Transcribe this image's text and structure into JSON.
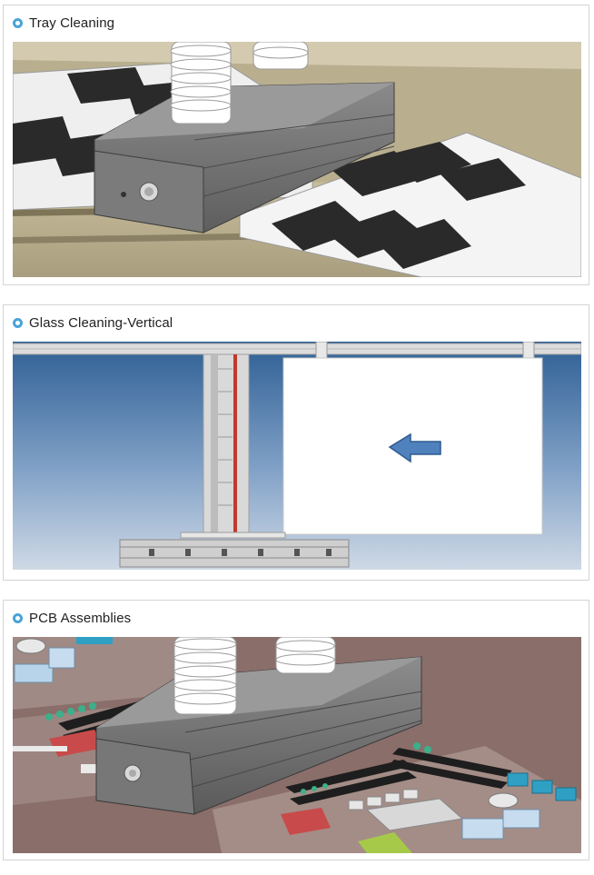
{
  "panels": [
    {
      "title": "Tray Cleaning"
    },
    {
      "title": "Glass Cleaning-Vertical"
    },
    {
      "title": "PCB Assemblies"
    }
  ],
  "colors": {
    "bullet": "#4aa3d8",
    "panel_border": "#d4d4d4",
    "title_text": "#222222",
    "arrow_fill": "#4f81bd",
    "sky_top": "#2e5f94",
    "sky_bottom": "#cfd9e6"
  },
  "icons": [
    "circle-bullet-icon",
    "left-arrow-icon"
  ]
}
